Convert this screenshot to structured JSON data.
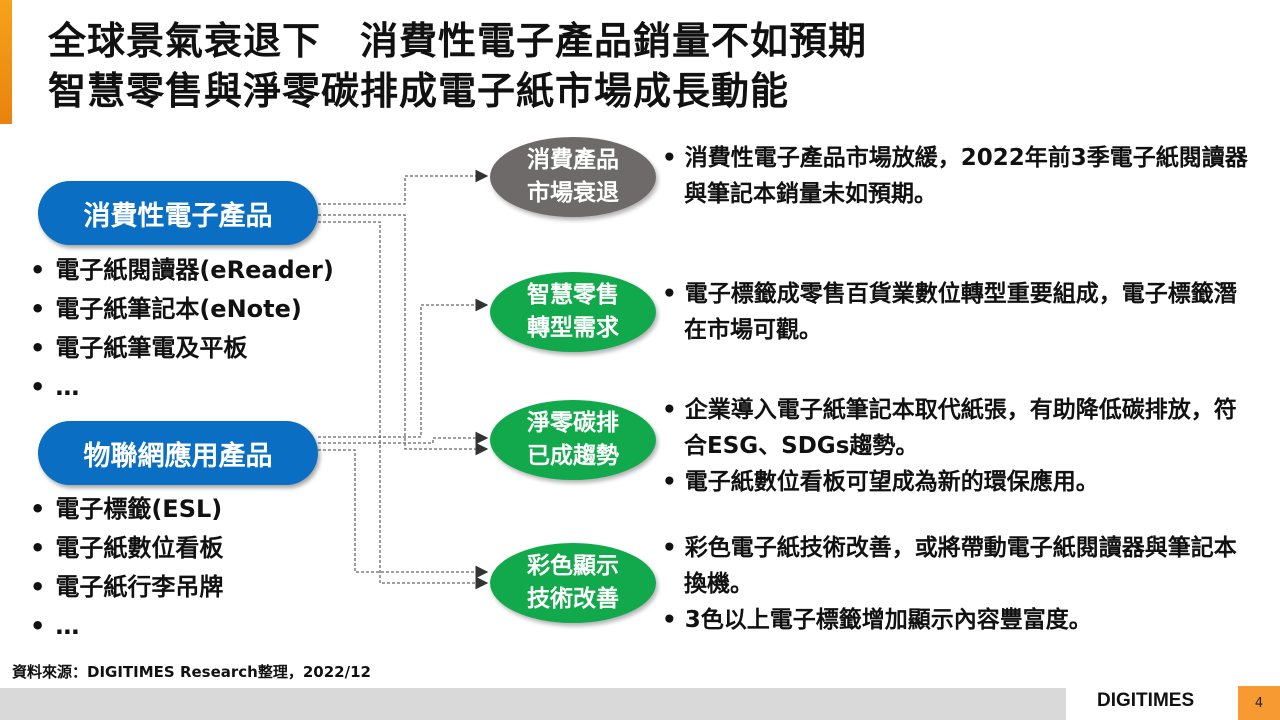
{
  "title": {
    "line1": "全球景氣衰退下　消費性電子產品銷量不如預期",
    "line2": "智慧零售與淨零碳排成電子紙市場成長動能"
  },
  "categories": [
    {
      "label": "消費性電子產品",
      "items": [
        "電子紙閱讀器(eReader)",
        "電子紙筆記本(eNote)",
        "電子紙筆電及平板",
        "…"
      ]
    },
    {
      "label": "物聯網應用產品",
      "items": [
        "電子標籤(ESL)",
        "電子紙數位看板",
        "電子紙行李吊牌",
        "…"
      ]
    }
  ],
  "drivers": [
    {
      "label": "消費產品\n市場衰退",
      "color": "#6e6a69",
      "points": [
        "消費性電子產品市場放緩，2022年前3季電子紙閱讀器與筆記本銷量未如預期。"
      ]
    },
    {
      "label": "智慧零售\n轉型需求",
      "color": "#12a94c",
      "points": [
        "電子標籤成零售百貨業數位轉型重要組成，電子標籤潛在市場可觀。"
      ]
    },
    {
      "label": "淨零碳排\n已成趨勢",
      "color": "#12a94c",
      "points": [
        "企業導入電子紙筆記本取代紙張，有助降低碳排放，符合ESG、SDGs趨勢。",
        "電子紙數位看板可望成為新的環保應用。"
      ]
    },
    {
      "label": "彩色顯示\n技術改善",
      "color": "#12a94c",
      "points": [
        "彩色電子紙技術改善，或將帶動電子紙閱讀器與筆記本換機。",
        "3色以上電子標籤增加顯示內容豐富度。"
      ]
    }
  ],
  "source": "資料來源：DIGITIMES Research整理，2022/12",
  "logo": "DIGITIMES",
  "page_number": "4"
}
